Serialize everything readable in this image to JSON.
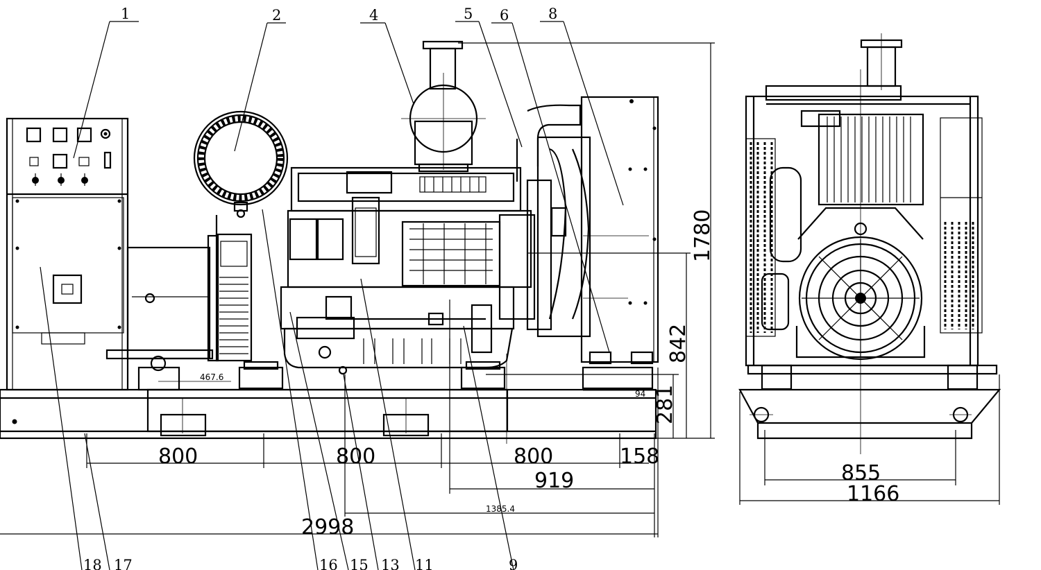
{
  "callouts": {
    "c1": "1",
    "c2": "2",
    "c4": "4",
    "c5": "5",
    "c6": "6",
    "c8": "8",
    "c9": "9",
    "c11": "11",
    "c13": "13",
    "c15": "15",
    "c16": "16",
    "c17": "17",
    "c18": "18"
  },
  "dimensions": {
    "d800a": "800",
    "d800b": "800",
    "d800c": "800",
    "d158": "158",
    "d919": "919",
    "d1385": "1385.4",
    "d2998": "2998",
    "d1780": "1780",
    "d842": "842",
    "d281": "281",
    "d4676": "467.6",
    "d94": "94",
    "d855": "855",
    "d1166": "1166"
  }
}
